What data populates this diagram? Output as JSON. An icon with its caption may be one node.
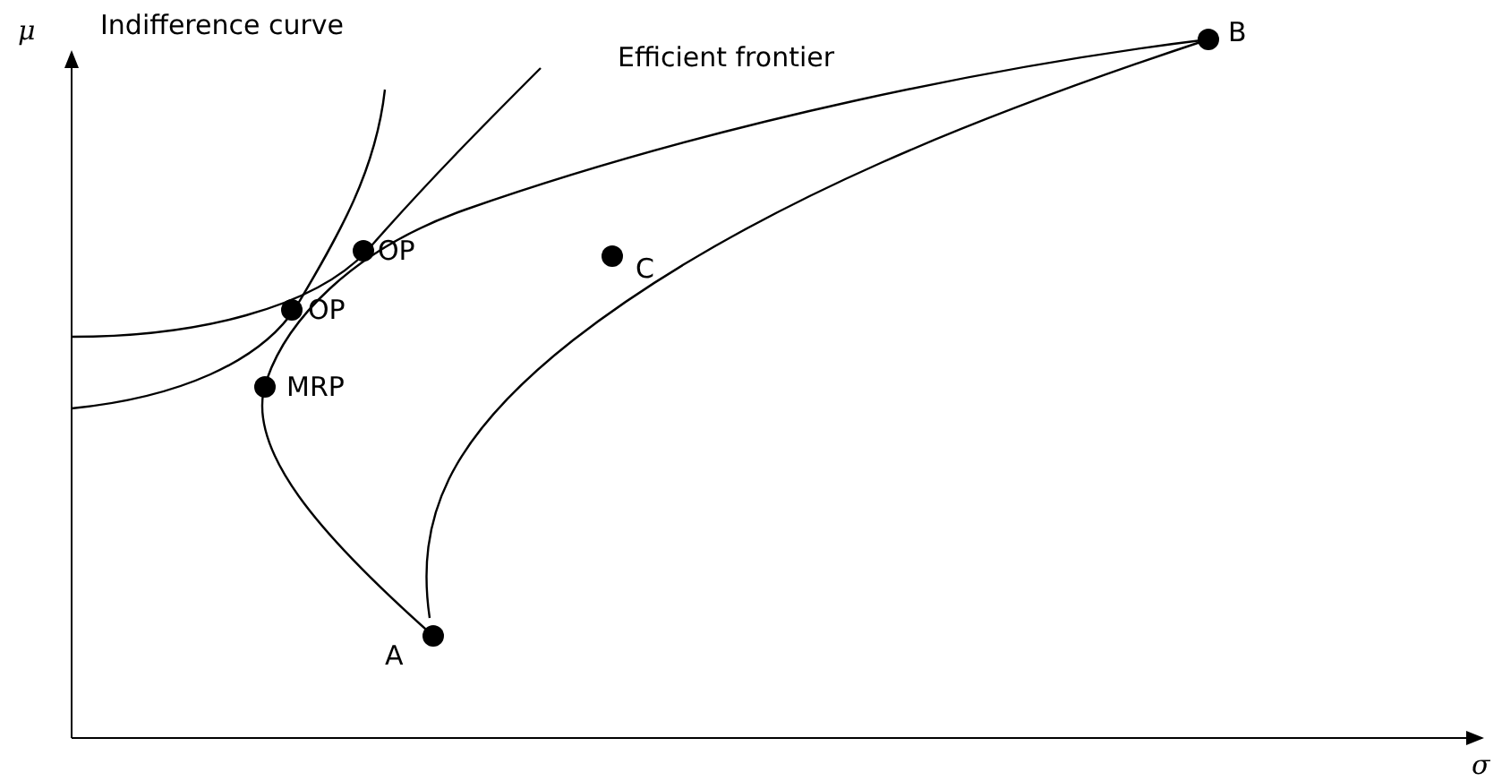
{
  "diagram": {
    "labels": [
      "μ",
      "Indifference curve",
      "Efficient frontier",
      "B",
      "OP",
      "C",
      "OP",
      "MRP",
      "A",
      "σ"
    ]
  }
}
